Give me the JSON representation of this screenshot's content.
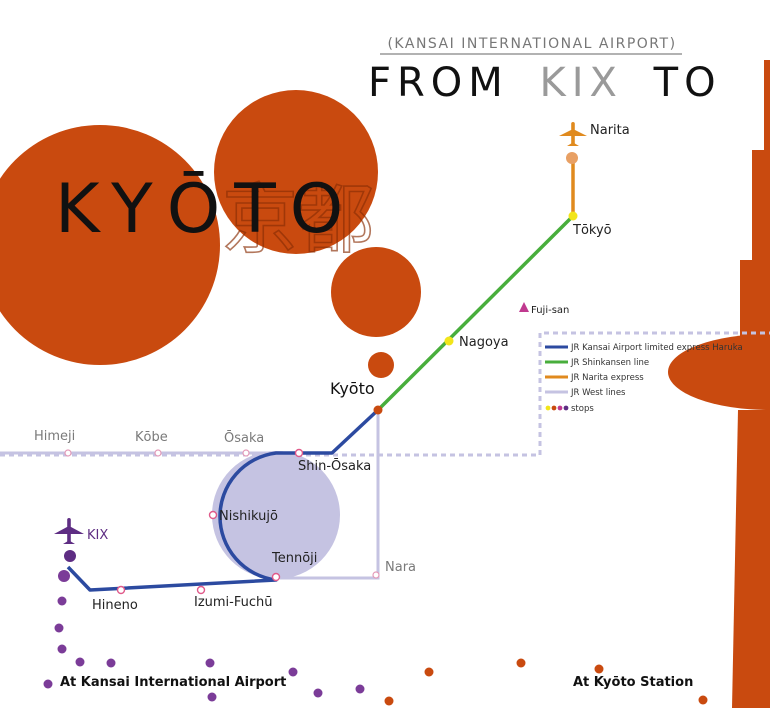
{
  "header": {
    "subtitle": "(KANSAI INTERNATIONAL AIRPORT)",
    "title_from": "FROM",
    "title_kix": "KIX",
    "title_to": "TO"
  },
  "big_title": "KYŌTO",
  "watermark_glyph": "京都",
  "colors": {
    "orange": "#c94a0f",
    "haruka_blue": "#2c4aa0",
    "shinkansen_green": "#48ae3c",
    "narita_orange": "#e08a1e",
    "jr_west_lavender": "#c5c3e2",
    "kix_purple": "#5e2d83",
    "stop_yellow": "#f2e51a",
    "fuji_pink": "#c0398f"
  },
  "stations": {
    "narita": "Narita",
    "tokyo": "Tōkyō",
    "nagoya": "Nagoya",
    "kyoto": "Kyōto",
    "fuji": "Fuji-san",
    "himeji": "Himeji",
    "kobe": "Kōbe",
    "osaka": "Ōsaka",
    "shin_osaka": "Shin-Ōsaka",
    "nishikujo": "Nishikujō",
    "tennoji": "Tennōji",
    "nara": "Nara",
    "kix": "KIX",
    "hineno": "Hineno",
    "izumi_fuchu": "Izumi-Fuchū"
  },
  "legend": {
    "items": [
      {
        "label": "JR Kansai Airport limited express Haruka",
        "color": "#2c4aa0"
      },
      {
        "label": "JR Shinkansen line",
        "color": "#48ae3c"
      },
      {
        "label": "JR Narita express",
        "color": "#e08a1e"
      },
      {
        "label": "JR West lines",
        "color": "#c5c3e2"
      }
    ],
    "stops_label": "stops",
    "stop_colors": [
      "#f2e51a",
      "#c94a0f",
      "#c0398f",
      "#5e2d83"
    ]
  },
  "footer": {
    "left": "At Kansai International Airport",
    "right": "At Kyōto Station"
  }
}
